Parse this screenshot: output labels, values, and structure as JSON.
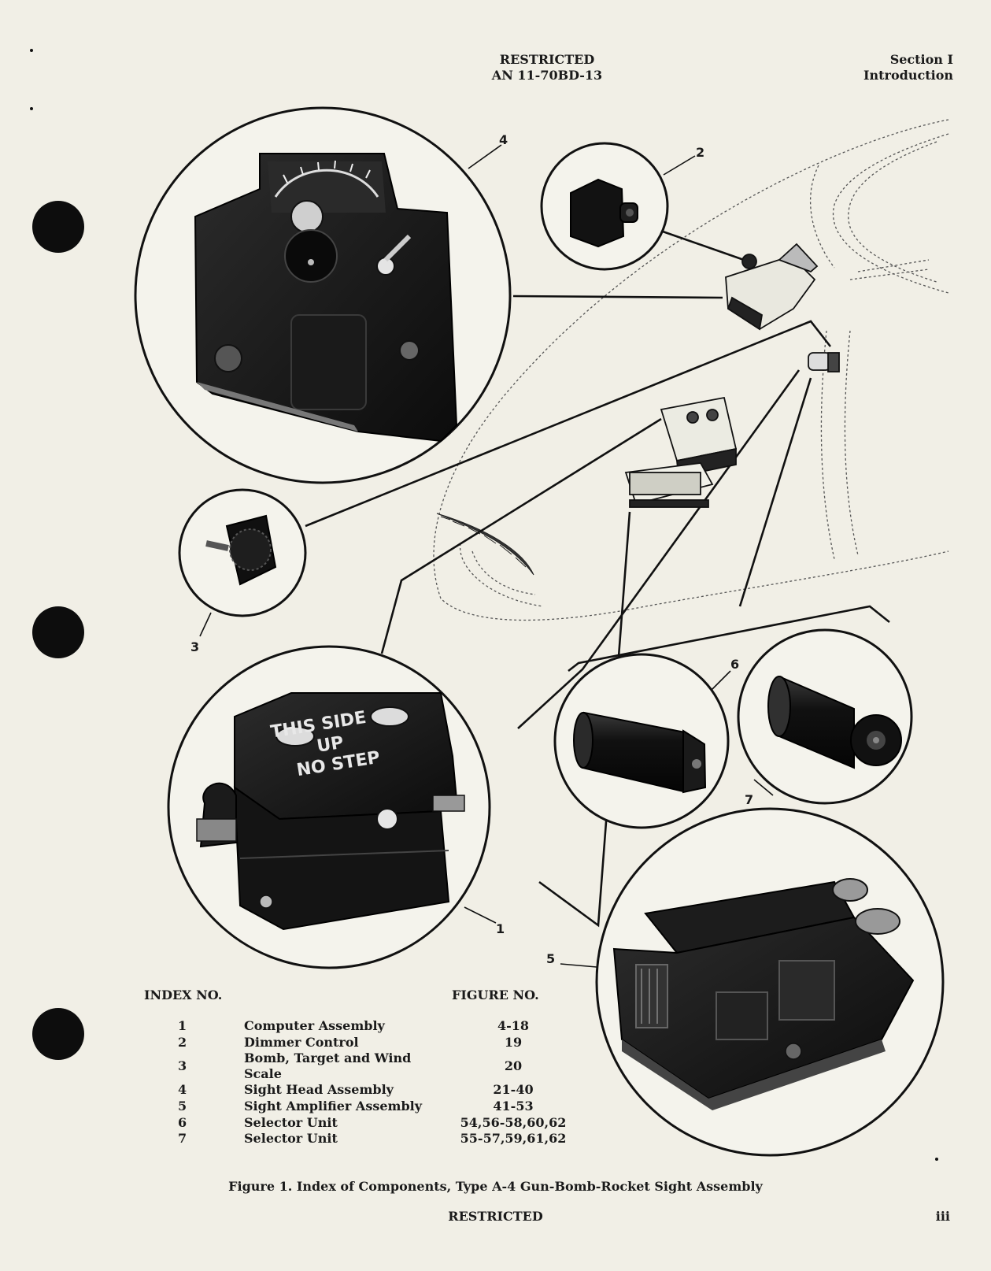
{
  "header": {
    "classification": "RESTRICTED",
    "doc_number": "AN 11-70BD-13",
    "section": "Section I",
    "section_title": "Introduction"
  },
  "callouts": [
    "1",
    "2",
    "3",
    "4",
    "5",
    "6",
    "7"
  ],
  "index": {
    "col_index": "INDEX NO.",
    "col_figure": "FIGURE NO.",
    "rows": [
      {
        "no": "1",
        "name": "Computer Assembly",
        "figure": "4-18"
      },
      {
        "no": "2",
        "name": "Dimmer Control",
        "figure": "19"
      },
      {
        "no": "3",
        "name": "Bomb, Target and Wind Scale",
        "figure": "20"
      },
      {
        "no": "4",
        "name": "Sight Head Assembly",
        "figure": "21-40"
      },
      {
        "no": "5",
        "name": "Sight Amplifier Assembly",
        "figure": "41-53"
      },
      {
        "no": "6",
        "name": "Selector Unit",
        "figure": "54,56-58,60,62"
      },
      {
        "no": "7",
        "name": "Selector Unit",
        "figure": "55-57,59,61,62"
      }
    ]
  },
  "computer_label": {
    "line1": "THIS SIDE",
    "line2": "UP",
    "line3": "NO STEP"
  },
  "caption": "Figure 1. Index of Components, Type A-4 Gun-Bomb-Rocket Sight Assembly",
  "footer": {
    "classification": "RESTRICTED",
    "page_number": "iii"
  }
}
